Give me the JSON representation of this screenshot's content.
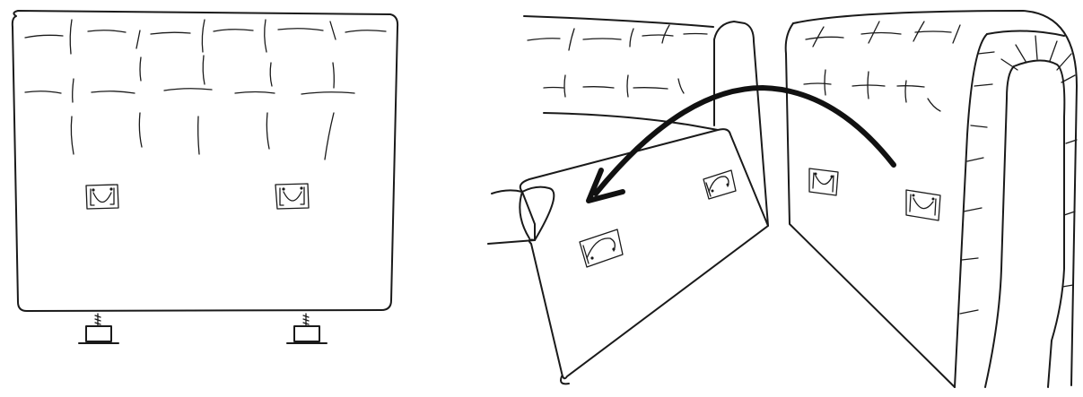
{
  "figure": {
    "panels": [
      {
        "id": "front-view",
        "subject": "tufted-headboard-panel"
      },
      {
        "id": "assembly-view",
        "subject": "headboard-hook-onto-bed-end"
      }
    ],
    "colors": {
      "stroke": "#1a1a1a",
      "background": "#ffffff"
    },
    "icons": [
      "hanging-bracket-icon",
      "adjustable-foot-icon",
      "curved-arrow-icon"
    ]
  }
}
